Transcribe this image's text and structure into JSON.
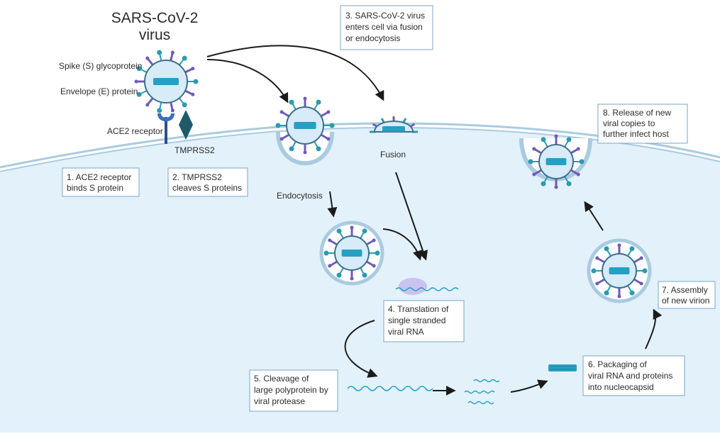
{
  "title": [
    "SARS-CoV-2",
    "virus"
  ],
  "labels": {
    "spike": "Spike (S) glycoprotein",
    "envelope": "Envelope (E) protein",
    "ace2": "ACE2 receptor",
    "tmprss2": "TMPRSS2",
    "fusion": "Fusion",
    "endocytosis": "Endocytosis"
  },
  "steps": {
    "s1": [
      "1. ACE2 receptor",
      "binds S protein"
    ],
    "s2": [
      "2. TMPRSS2",
      "cleaves S proteins"
    ],
    "s3": [
      "3. SARS-CoV-2 virus",
      "enters cell via fusion",
      "or endocytosis"
    ],
    "s4": [
      "4. Translation of",
      "single stranded",
      "viral RNA"
    ],
    "s5": [
      "5. Cleavage of",
      "large polyprotein by",
      "viral protease"
    ],
    "s6": [
      "6. Packaging of",
      "viral RNA and proteins",
      "into nucleocapsid"
    ],
    "s7": [
      "7. Assembly",
      "of new virion"
    ],
    "s8": [
      "8. Release of new",
      "viral copies to",
      "further infect host"
    ]
  },
  "colors": {
    "cell_fill": "#e3f1fb",
    "membrane": "#a9cbe0",
    "virus_fill": "#d7ebf8",
    "virus_outline": "#3d6f8f",
    "spike": "#2b9bb0",
    "envelope": "#6f5ab8",
    "rna": "#24a0c4",
    "ribosome": "#c9c3ef",
    "arrow": "#1b1b1b"
  }
}
